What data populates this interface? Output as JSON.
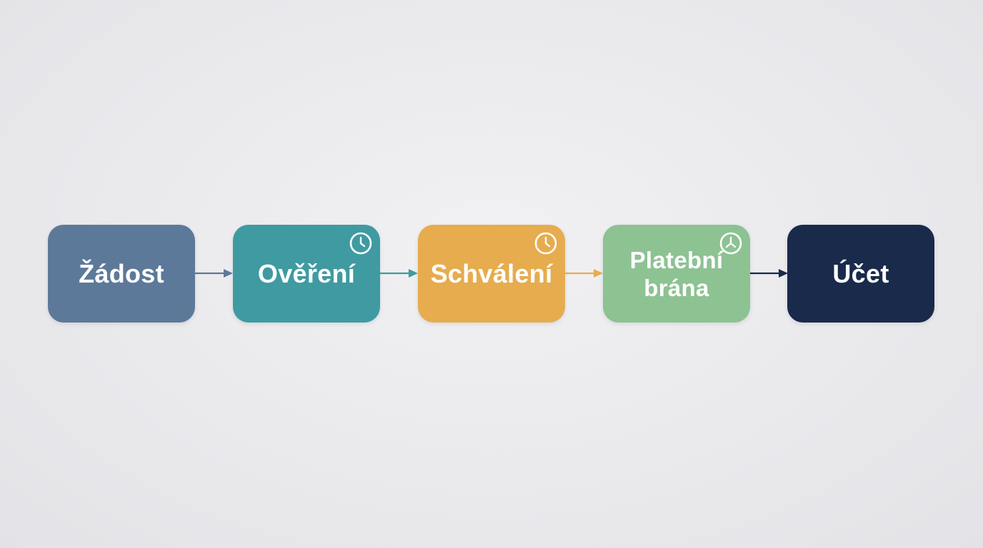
{
  "steps": [
    {
      "label": "Žádost",
      "color": "#5d7999",
      "has_clock": false
    },
    {
      "label": "Ověření",
      "color": "#3f9ba1",
      "has_clock": true,
      "icon": "clock-icon"
    },
    {
      "label": "Schválení",
      "color": "#e6ac4e",
      "has_clock": true,
      "icon": "clock-icon"
    },
    {
      "label_line1": "Platební",
      "label_line2": "brána",
      "color": "#8dc292",
      "has_clock": true,
      "icon": "clock-icon"
    },
    {
      "label": "Účet",
      "color": "#192a4b",
      "has_clock": false
    }
  ],
  "connectors": [
    {
      "color": "#5d7999",
      "icon": "arrow-right-icon"
    },
    {
      "color": "#3f9ba1",
      "icon": "arrow-right-icon"
    },
    {
      "color": "#e6ac4e",
      "icon": "arrow-right-icon"
    },
    {
      "color": "#192a4b",
      "icon": "arrow-right-icon"
    }
  ]
}
